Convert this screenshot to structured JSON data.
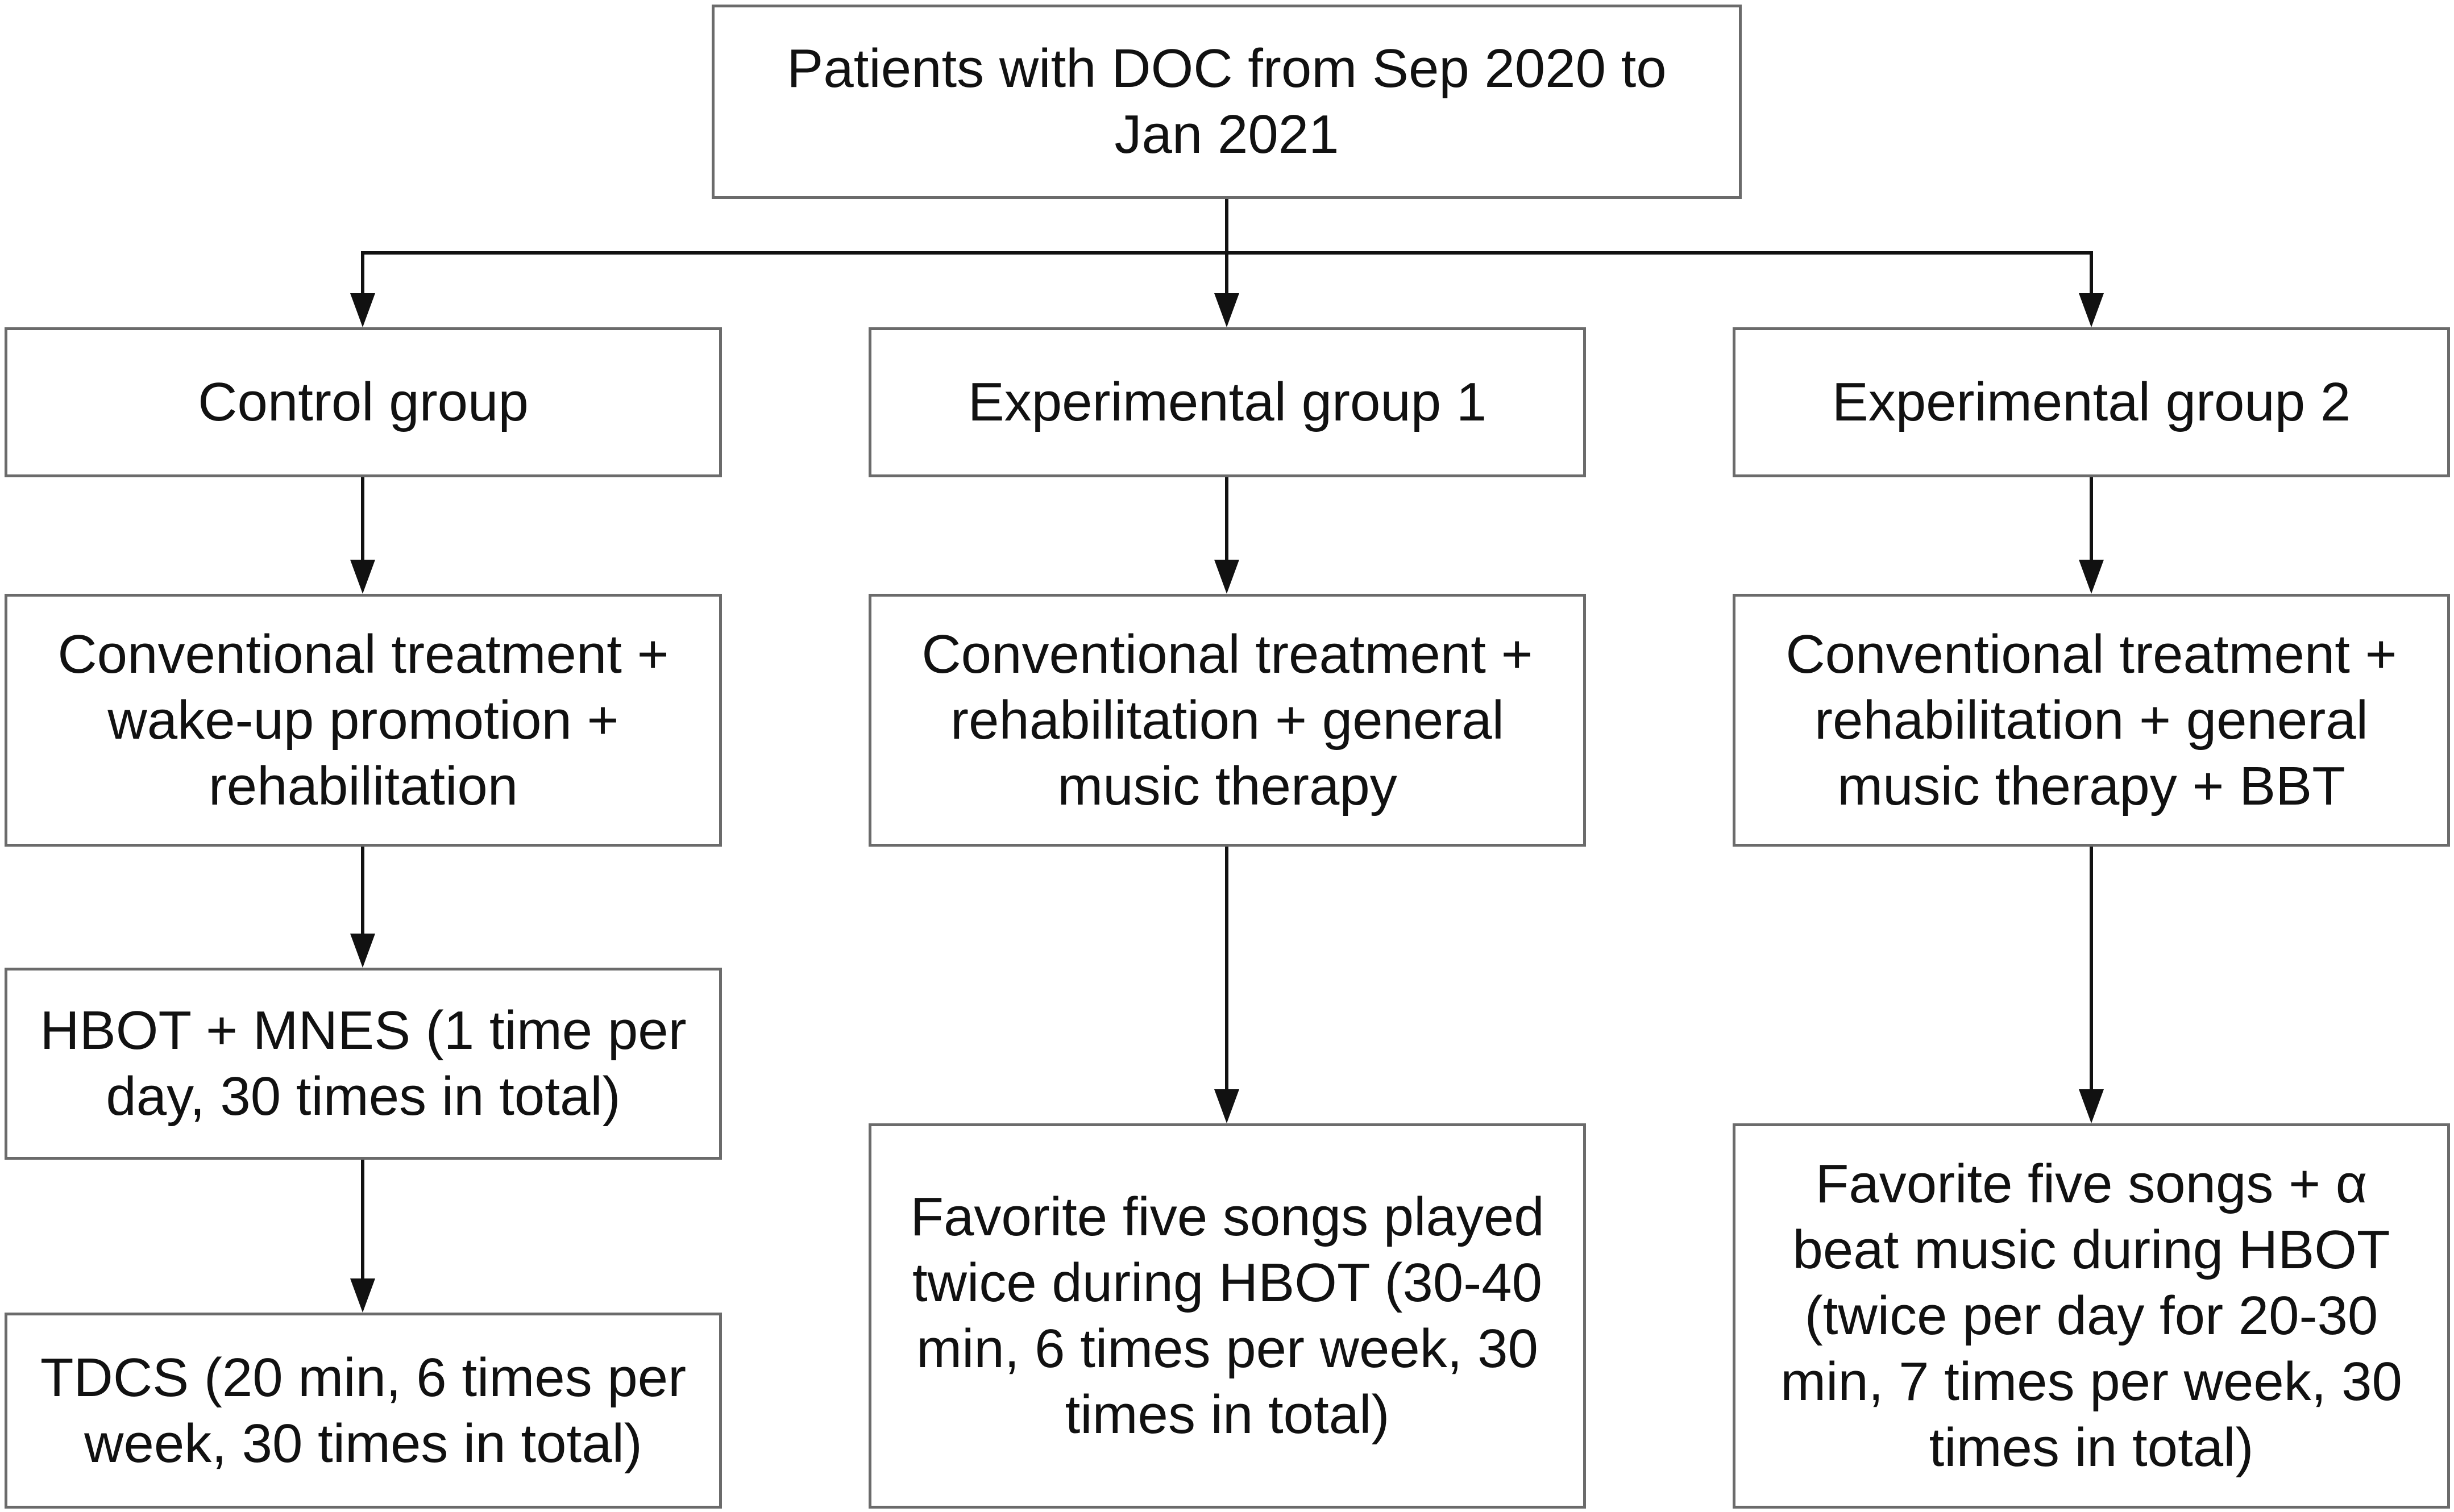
{
  "diagram": {
    "root": {
      "text": "Patients with DOC from Sep 2020 to\nJan 2021"
    },
    "groups": [
      {
        "label": "Control group",
        "steps": [
          "Conventional treatment +\nwake-up promotion +\nrehabilitation",
          "HBOT + MNES (1 time per\nday, 30 times in total)",
          "TDCS (20 min, 6 times per\nweek, 30 times in total)"
        ]
      },
      {
        "label": "Experimental group 1",
        "steps": [
          "Conventional treatment +\nrehabilitation + general\nmusic therapy",
          "Favorite five songs played\ntwice during HBOT (30-40\nmin, 6 times per week, 30\ntimes in total)"
        ]
      },
      {
        "label": "Experimental group 2",
        "steps": [
          "Conventional treatment +\nrehabilitation + general\nmusic therapy + BBT",
          "Favorite five songs + α\nbeat music during HBOT\n(twice per day for 20-30\nmin, 7 times per week, 30\ntimes in total)"
        ]
      }
    ],
    "colors": {
      "box_border": "#6b6b6b",
      "arrow": "#111111",
      "text": "#111111",
      "background": "#ffffff"
    }
  }
}
